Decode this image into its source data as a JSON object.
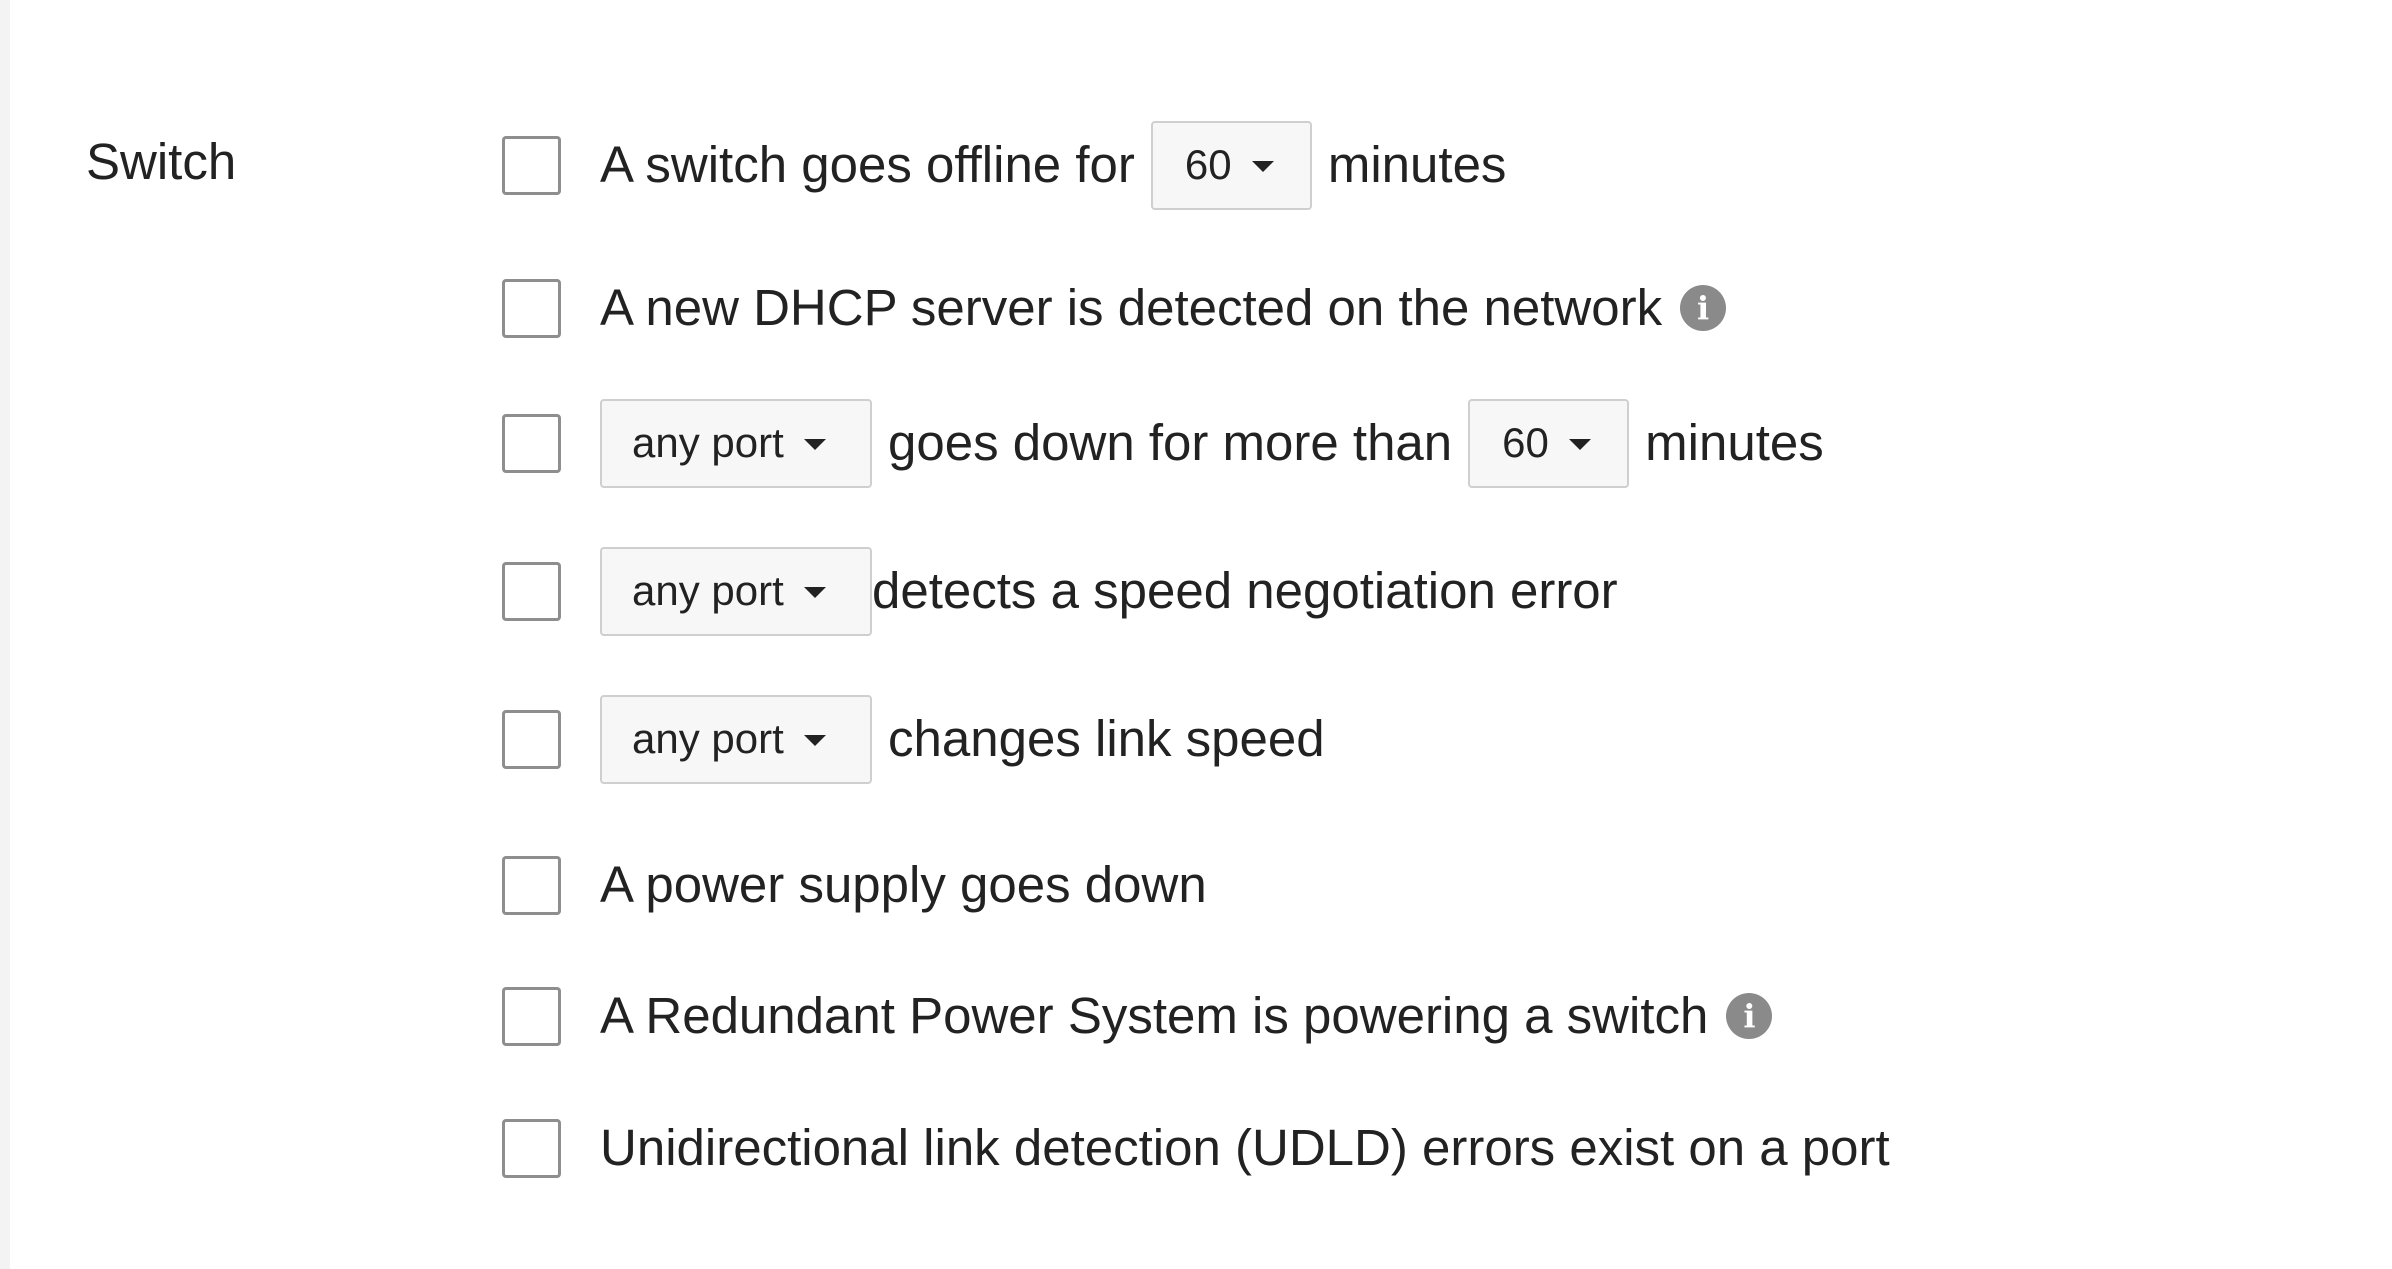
{
  "section": {
    "label": "Switch"
  },
  "alerts": {
    "switch_offline": {
      "prefix": "A switch goes offline for",
      "minutes_value": "60",
      "suffix": "minutes"
    },
    "dhcp_server": {
      "text": "A new DHCP server is detected on the network",
      "info_icon": "info-icon"
    },
    "port_down": {
      "port_value": "any port",
      "middle": "goes down for more than",
      "minutes_value": "60",
      "suffix": "minutes"
    },
    "speed_negotiation": {
      "port_value": "any port",
      "text": "detects a speed negotiation error"
    },
    "link_speed": {
      "port_value": "any port",
      "text": "changes link speed"
    },
    "power_supply": {
      "text": "A power supply goes down"
    },
    "rps": {
      "text": "A Redundant Power System is powering a switch",
      "info_icon": "info-icon"
    },
    "udld": {
      "text": "Unidirectional link detection (UDLD) errors exist on a port"
    }
  },
  "colors": {
    "text": "#222222",
    "checkbox_border": "#8e8e8e",
    "dropdown_bg": "#f7f7f7",
    "info_icon_bg": "#8a8a8a",
    "sidebar_bg": "#f3f3f3"
  }
}
